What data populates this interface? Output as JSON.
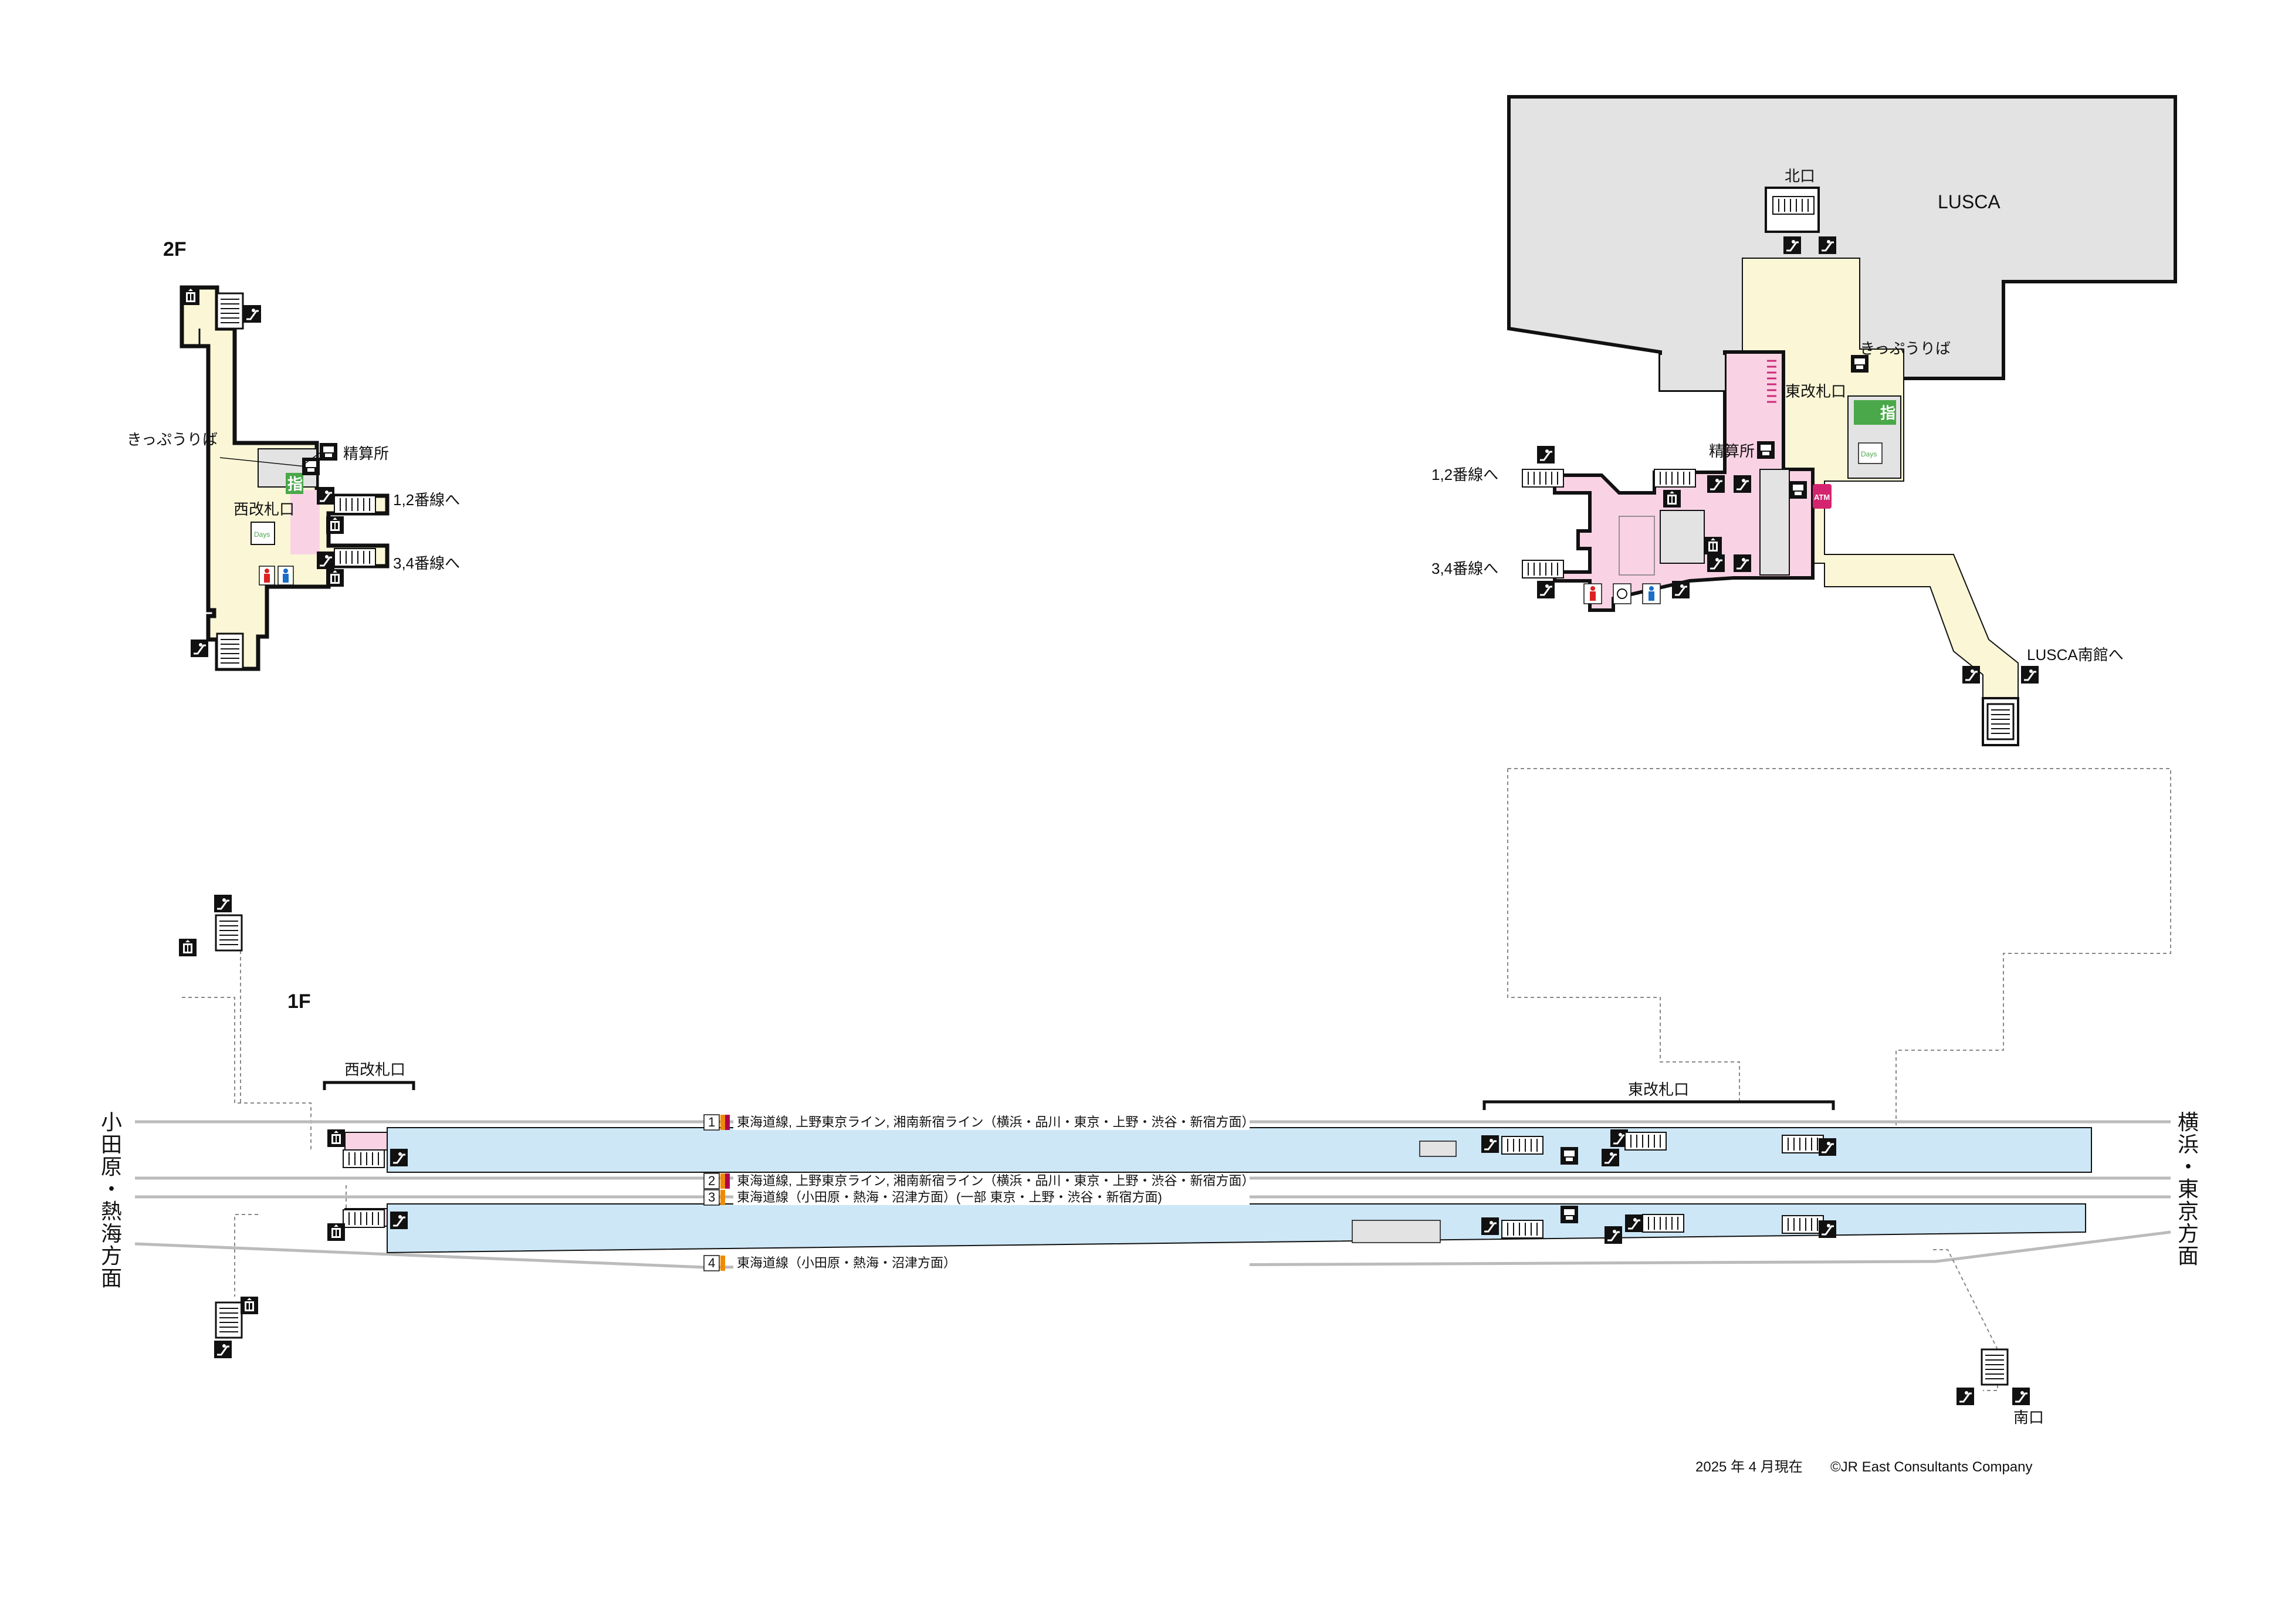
{
  "floor_2f": {
    "floor_label": "2F",
    "west_gate": "西改札口",
    "ticket_office": "きっぷうりば",
    "fare_adjust": "精算所",
    "to_12": "1,2番線へ",
    "to_34": "3,4番線へ",
    "reserved_sign": "指"
  },
  "east_concourse": {
    "lusca": "LUSCA",
    "north_exit": "北口",
    "ticket_office": "きっぷうりば",
    "east_gate": "東改札口",
    "fare_adjust": "精算所",
    "to_12": "1,2番線へ",
    "to_34": "3,4番線へ",
    "to_lusca_south": "LUSCA南館へ",
    "atm": "ATM",
    "reserved_sign": "指"
  },
  "floor_1f": {
    "floor_label": "1F",
    "west_gate": "西改札口",
    "east_gate": "東改札口",
    "south_exit": "南口",
    "west_direction": [
      "小",
      "田",
      "原",
      "・",
      "熱",
      "海",
      "方",
      "面"
    ],
    "east_direction": [
      "横",
      "浜",
      "・",
      "東",
      "京",
      "方",
      "面"
    ],
    "tracks": [
      {
        "num": "1",
        "text": "東海道線, 上野東京ライン, 湘南新宿ライン（横浜・品川・東京・上野・渋谷・新宿方面）",
        "color": "#f08a00",
        "color2": "#b0004f"
      },
      {
        "num": "2",
        "text": "東海道線, 上野東京ライン, 湘南新宿ライン（横浜・品川・東京・上野・渋谷・新宿方面）",
        "color": "#f08a00",
        "color2": "#b0004f"
      },
      {
        "num": "3",
        "text": "東海道線（小田原・熱海・沼津方面）(一部 東京・上野・渋谷・新宿方面)",
        "color": "#f08a00",
        "color2": ""
      },
      {
        "num": "4",
        "text": "東海道線（小田原・熱海・沼津方面）",
        "color": "#f08a00",
        "color2": ""
      }
    ]
  },
  "footer": {
    "date": "2025 年 4 月現在",
    "copyright": "©JR East Consultants Company"
  },
  "colors": {
    "platform": "#cde7f7",
    "concourse_paid": "#f9d3e4",
    "concourse_free": "#fbf7d6",
    "building": "#e3e3e3",
    "green_sign": "#4aa84a"
  },
  "icons": [
    "escalator-icon",
    "elevator-icon",
    "stairs-icon",
    "toilet-icon",
    "accessible-toilet-icon",
    "ticket-machine-icon",
    "atm-icon",
    "reserved-seat-icon"
  ]
}
